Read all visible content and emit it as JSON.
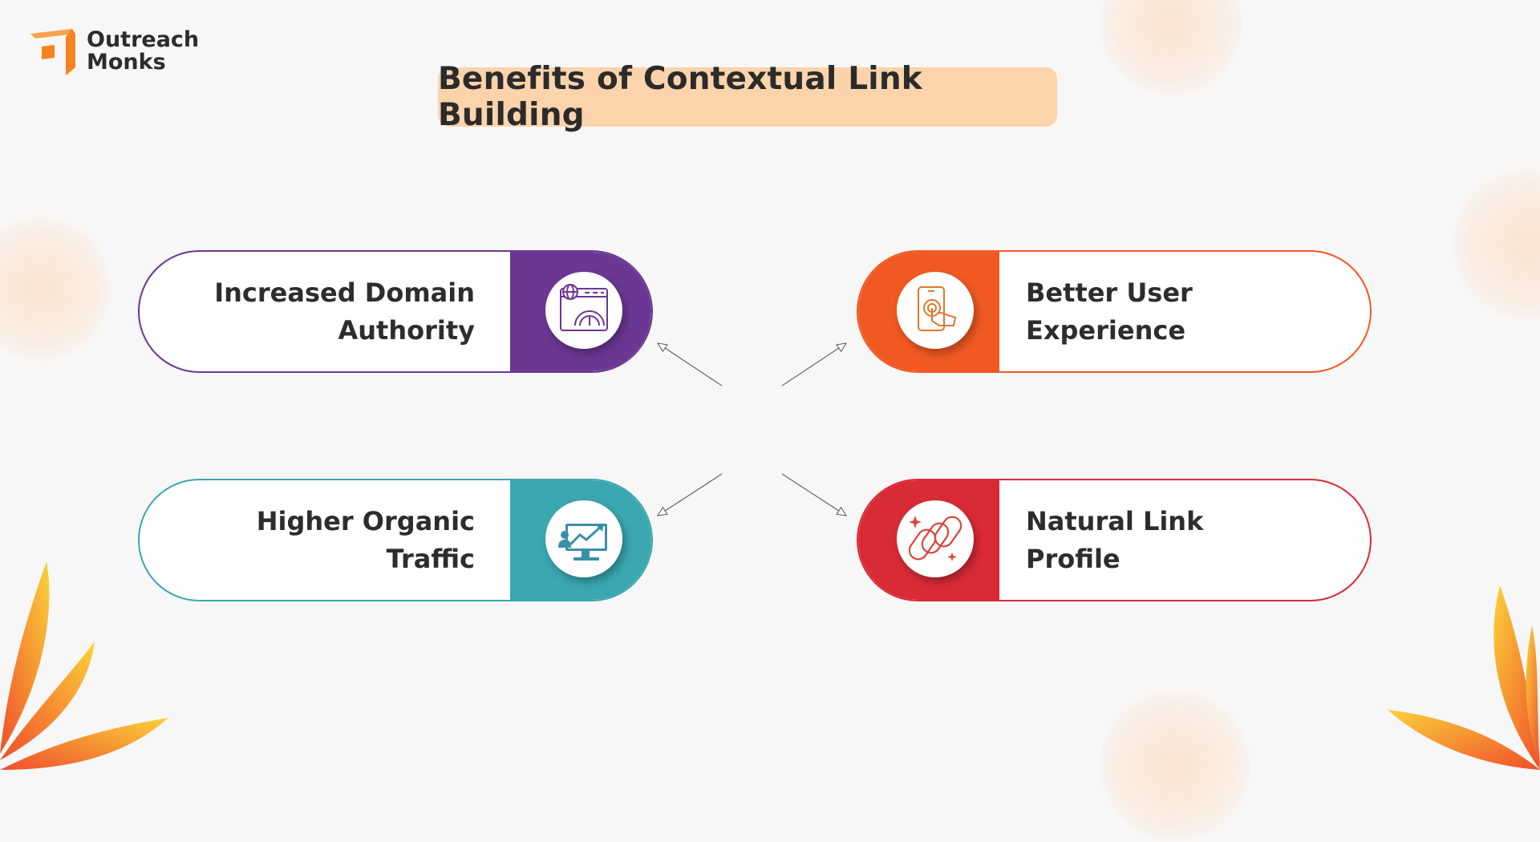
{
  "brand": {
    "line1": "Outreach",
    "line2": "Monks"
  },
  "title": "Benefits of Contextual Link Building",
  "cards": [
    {
      "line1": "Increased Domain",
      "line2": "Authority",
      "icon": "domain-authority-gauge-icon",
      "color": "#6b3793",
      "side": "left"
    },
    {
      "line1": "Better User",
      "line2": "Experience",
      "icon": "phone-touch-icon",
      "color": "#f05a22",
      "side": "right"
    },
    {
      "line1": "Higher Organic",
      "line2": "Traffic",
      "icon": "growth-chart-monitor-icon",
      "color": "#3aa7b1",
      "side": "left"
    },
    {
      "line1": "Natural Link",
      "line2": "Profile",
      "icon": "chain-link-icon",
      "color": "#d92b36",
      "side": "right"
    }
  ],
  "colors": {
    "title_bg": "#fdd3ab",
    "background": "#f7f7f7",
    "brand_orange": "#f58220"
  }
}
